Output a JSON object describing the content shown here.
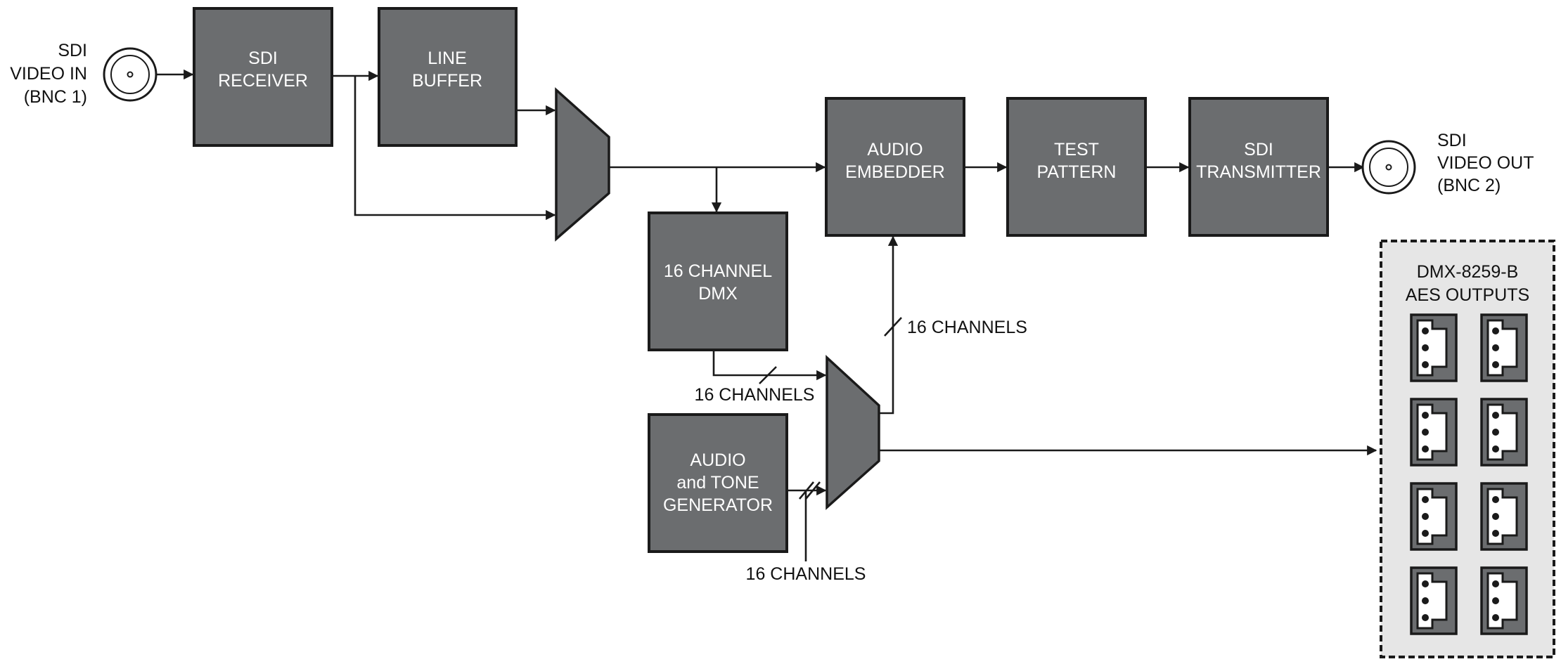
{
  "diagram": {
    "input": {
      "lines": [
        "SDI",
        "VIDEO IN",
        "(BNC 1)"
      ]
    },
    "output": {
      "lines": [
        "SDI",
        "VIDEO OUT",
        "(BNC 2)"
      ]
    },
    "blocks": {
      "sdi_receiver": [
        "SDI",
        "RECEIVER"
      ],
      "line_buffer": [
        "LINE",
        "BUFFER"
      ],
      "audio_embedder": [
        "AUDIO",
        "EMBEDDER"
      ],
      "test_pattern": [
        "TEST",
        "PATTERN"
      ],
      "sdi_transmitter": [
        "SDI",
        "TRANSMITTER"
      ],
      "dmx": [
        "16 CHANNEL",
        "DMX"
      ],
      "audio_gen": [
        "AUDIO",
        "and TONE",
        "GENERATOR"
      ]
    },
    "bus_labels": {
      "dmx_to_mux": "16 CHANNELS",
      "mux_to_embedder": "16 CHANNELS",
      "gen_to_mux": "16 CHANNELS"
    },
    "aes_panel": {
      "title_lines": [
        "DMX-8259-B",
        "AES OUTPUTS"
      ],
      "connector_count": 8
    }
  }
}
